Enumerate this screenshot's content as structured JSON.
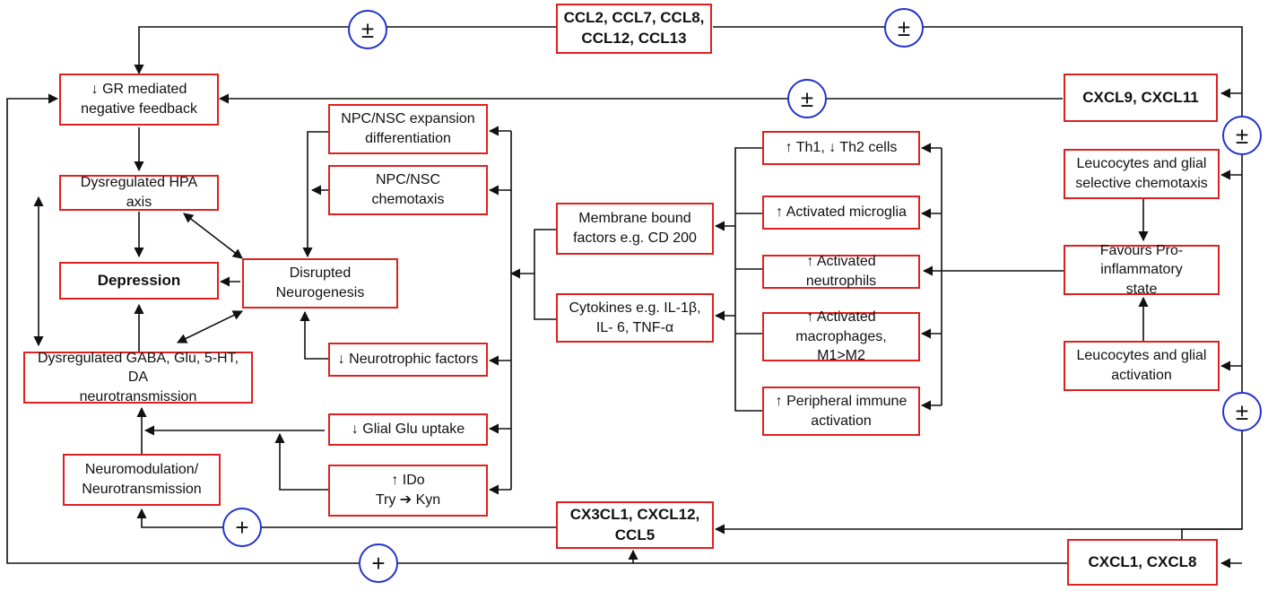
{
  "boxes": {
    "gr_feedback": "↓ GR mediated\nnegative feedback",
    "hpa": "Dysregulated HPA axis",
    "depression": "Depression",
    "gaba": "Dysregulated GABA, Glu, 5-HT, DA\nneurotransmission",
    "neuromod": "Neuromodulation/\nNeurotransmission",
    "npc_expansion": "NPC/NSC expansion\ndifferentiation",
    "npc_chemotaxis": "NPC/NSC\nchemotaxis",
    "disrupted_neuro": "Disrupted\nNeurogenesis",
    "neurotrophic": "↓ Neurotrophic factors",
    "glial_glu": "↓ Glial Glu uptake",
    "ido": "↑ IDo\nTry ➔ Kyn",
    "membrane": "Membrane bound\nfactors e.g. CD 200",
    "cytokines": "Cytokines e.g. IL-1β,\nIL- 6, TNF-α",
    "th1": "↑ Th1, ↓ Th2 cells",
    "microglia": "↑ Activated microglia",
    "neutrophils": "↑ Activated neutrophils",
    "macrophages": "↑ Activated macrophages,\nM1>M2",
    "peripheral": "↑ Peripheral immune\nactivation",
    "ccl2": "CCL2, CCL7, CCL8,\nCCL12, CCL13",
    "cxcl9": "CXCL9, CXCL11",
    "leuco_chemo": "Leucocytes and glial\nselective chemotaxis",
    "proinflam": "Favours Pro-inflammatory\nstate",
    "leuco_act": "Leucocytes and glial\nactivation",
    "cx3cl1": "CX3CL1, CXCL12,\nCCL5",
    "cxcl1": "CXCL1, CXCL8"
  },
  "signs": {
    "pm": "±",
    "plus": "+"
  },
  "colors": {
    "box_border": "#e0201f",
    "sign_border": "#2233cc",
    "line": "#111111"
  }
}
